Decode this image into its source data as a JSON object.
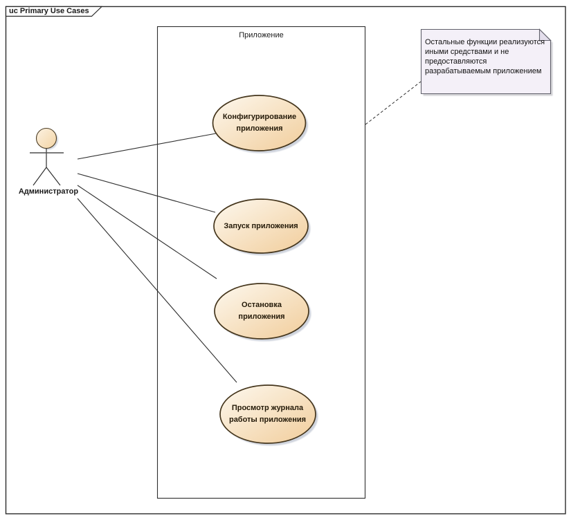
{
  "frame": {
    "title": "uc Primary Use Cases"
  },
  "system_boundary": {
    "label": "Приложение"
  },
  "actor": {
    "name": "Администратор"
  },
  "use_cases": [
    {
      "label": "Конфигурирование\nприложения"
    },
    {
      "label": "Запуск приложения"
    },
    {
      "label": "Остановка\nприложения"
    },
    {
      "label": "Просмотр журнала\nработы приложения"
    }
  ],
  "note": {
    "text": "Остальные функции реализуются\nиными средствами и не\nпредоставляются\nразрабатываемым приложением"
  },
  "connections": {
    "associations": [
      {
        "from": "Администратор",
        "to": "Конфигурирование приложения",
        "style": "solid"
      },
      {
        "from": "Администратор",
        "to": "Запуск приложения",
        "style": "solid"
      },
      {
        "from": "Администратор",
        "to": "Остановка приложения",
        "style": "solid"
      },
      {
        "from": "Администратор",
        "to": "Просмотр журнала работы приложения",
        "style": "solid"
      }
    ],
    "note_link": {
      "from": "note",
      "to": "Приложение",
      "style": "dashed"
    }
  },
  "colors": {
    "use_case_fill_light": "#fdf8ee",
    "use_case_fill_dark": "#f1cd9b",
    "use_case_border": "#44351c",
    "actor_fill_light": "#fcf2e2",
    "actor_fill_dark": "#f3d4a4",
    "note_fill": "#f4f0f8",
    "note_fold": "#e4dfec",
    "note_border": "#61616b",
    "line": "#2e2e2e",
    "shadow": "#aeb6c6"
  }
}
